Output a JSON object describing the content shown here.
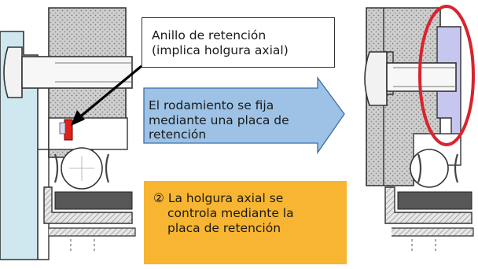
{
  "callout": {
    "line1": "Anillo de retención",
    "line2": "(implica holgura axial)"
  },
  "arrow": {
    "line1": "El rodamiento se fija",
    "line2": "mediante una placa de",
    "line3": "retención"
  },
  "note": {
    "marker": "②",
    "line1": "La holgura axial se",
    "line2": "controla mediante la",
    "line3": "placa de retención"
  },
  "colors": {
    "arrow_fill": "#9dc2e6",
    "note_fill": "#f7b531",
    "highlight_ring": "#d9232e",
    "retention_ring": "#e0201c",
    "housing_hatch": "#bdbdbd",
    "shaft_tint": "#c8e6ee",
    "retention_plate": "#c6c6ee"
  }
}
